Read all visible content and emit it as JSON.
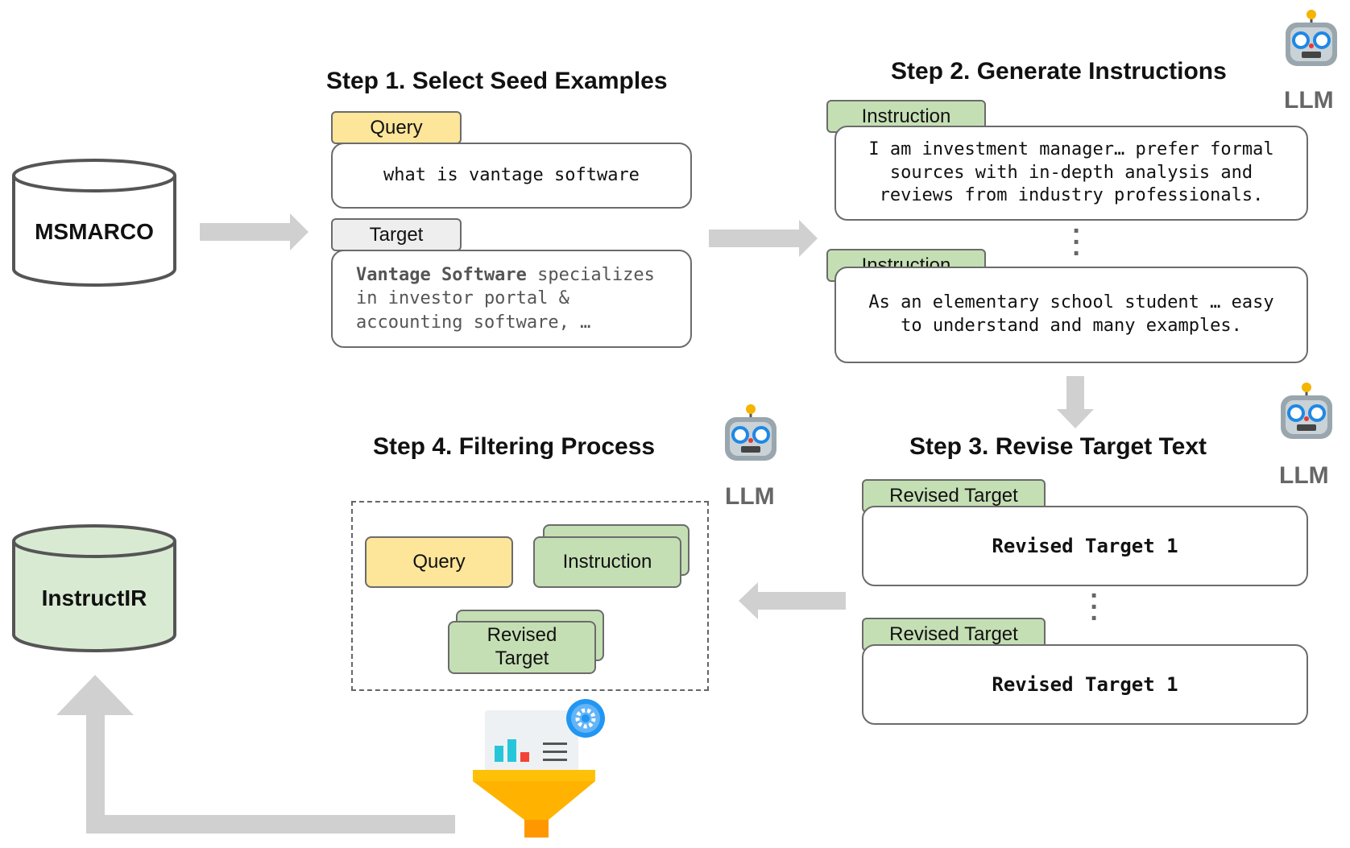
{
  "databases": {
    "source_label": "MSMARCO",
    "result_label": "InstructIR"
  },
  "step1": {
    "title": "Step 1. Select Seed Examples",
    "query_tag": "Query",
    "query_text": "what is vantage software",
    "target_tag": "Target",
    "target_bold": "Vantage Software",
    "target_rest": " specializes in investor portal & accounting software, …"
  },
  "step2": {
    "title": "Step 2. Generate Instructions",
    "llm_label": "LLM",
    "instruction_tag_1": "Instruction",
    "instruction_text_1": "I am investment manager… prefer formal sources with in-depth analysis and reviews from industry professionals.",
    "instruction_tag_2": "Instruction",
    "instruction_text_2": "As an elementary school student … easy to understand and many examples."
  },
  "step3": {
    "title": "Step 3. Revise Target Text",
    "llm_label": "LLM",
    "revised_tag_1": "Revised Target",
    "revised_text_1": "Revised Target 1",
    "revised_tag_2": "Revised Target",
    "revised_text_2": "Revised Target 1"
  },
  "step4": {
    "title": "Step 4. Filtering Process",
    "llm_label": "LLM",
    "query_label": "Query",
    "instruction_label": "Instruction",
    "revised_label": "Revised Target"
  },
  "colors": {
    "query_yellow": "#fde59a",
    "instruction_green": "#c5dfb4",
    "target_gray": "#eeeeee",
    "arrow_gray": "#d0d0d0",
    "db_green": "#d9ead3",
    "funnel_orange": "#ffb300"
  },
  "icons": [
    "robot-icon",
    "filter-funnel-icon",
    "gear-icon",
    "bar-chart-icon"
  ]
}
